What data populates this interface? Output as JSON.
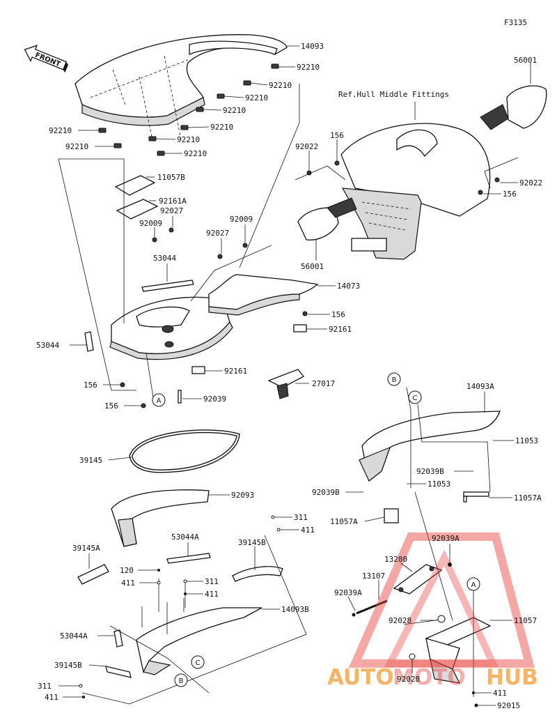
{
  "figure_code": "F3135",
  "front_label": "FRONT",
  "ref_note": "Ref.Hull Middle Fittings",
  "watermark": {
    "word_a": "AUTO",
    "word_b": "MOTO",
    "word_c": "HUB",
    "color_main": "#f5a94a",
    "color_accent": "#e8433e"
  },
  "markers": {
    "a": "A",
    "b": "B",
    "c": "C"
  },
  "labels": {
    "l14093": "14093",
    "l92210_1": "92210",
    "l92210_2": "92210",
    "l92210_3": "92210",
    "l92210_4": "92210",
    "l92210_5": "92210",
    "l92210_6": "92210",
    "l92210_7": "92210",
    "l92210_8": "92210",
    "l92210_9": "92210",
    "l56001_a": "56001",
    "l56001_b": "56001",
    "l156_a": "156",
    "l156_b": "156",
    "l156_c": "156",
    "l156_d": "156",
    "l156_e": "156",
    "l92022_a": "92022",
    "l92022_b": "92022",
    "l11057B": "11057B",
    "l92161A": "92161A",
    "l92027_a": "92027",
    "l92027_b": "92027",
    "l92009_a": "92009",
    "l92009_b": "92009",
    "l53044_a": "53044",
    "l53044_b": "53044",
    "l14073": "14073",
    "l92161_a": "92161",
    "l92161_b": "92161",
    "l27017": "27017",
    "l92039": "92039",
    "l39145": "39145",
    "l92093": "92093",
    "l311_a": "311",
    "l311_b": "311",
    "l311_c": "311",
    "l411_a": "411",
    "l411_b": "411",
    "l411_c": "411",
    "l411_d": "411",
    "l411_e": "411",
    "l39145A": "39145A",
    "l53044A_a": "53044A",
    "l53044A_b": "53044A",
    "l39145B_a": "39145B",
    "l39145B_b": "39145B",
    "l120": "120",
    "l14093B": "14093B",
    "l14093A": "14093A",
    "l11053_a": "11053",
    "l11053_b": "11053",
    "l92039B_a": "92039B",
    "l92039B_b": "92039B",
    "l11057A_a": "11057A",
    "l11057A_b": "11057A",
    "l92039A_a": "92039A",
    "l92039A_b": "92039A",
    "l13280": "13280",
    "l13107": "13107",
    "l92028_a": "92028",
    "l92028_b": "92028",
    "l11057": "11057",
    "l92015": "92015"
  }
}
